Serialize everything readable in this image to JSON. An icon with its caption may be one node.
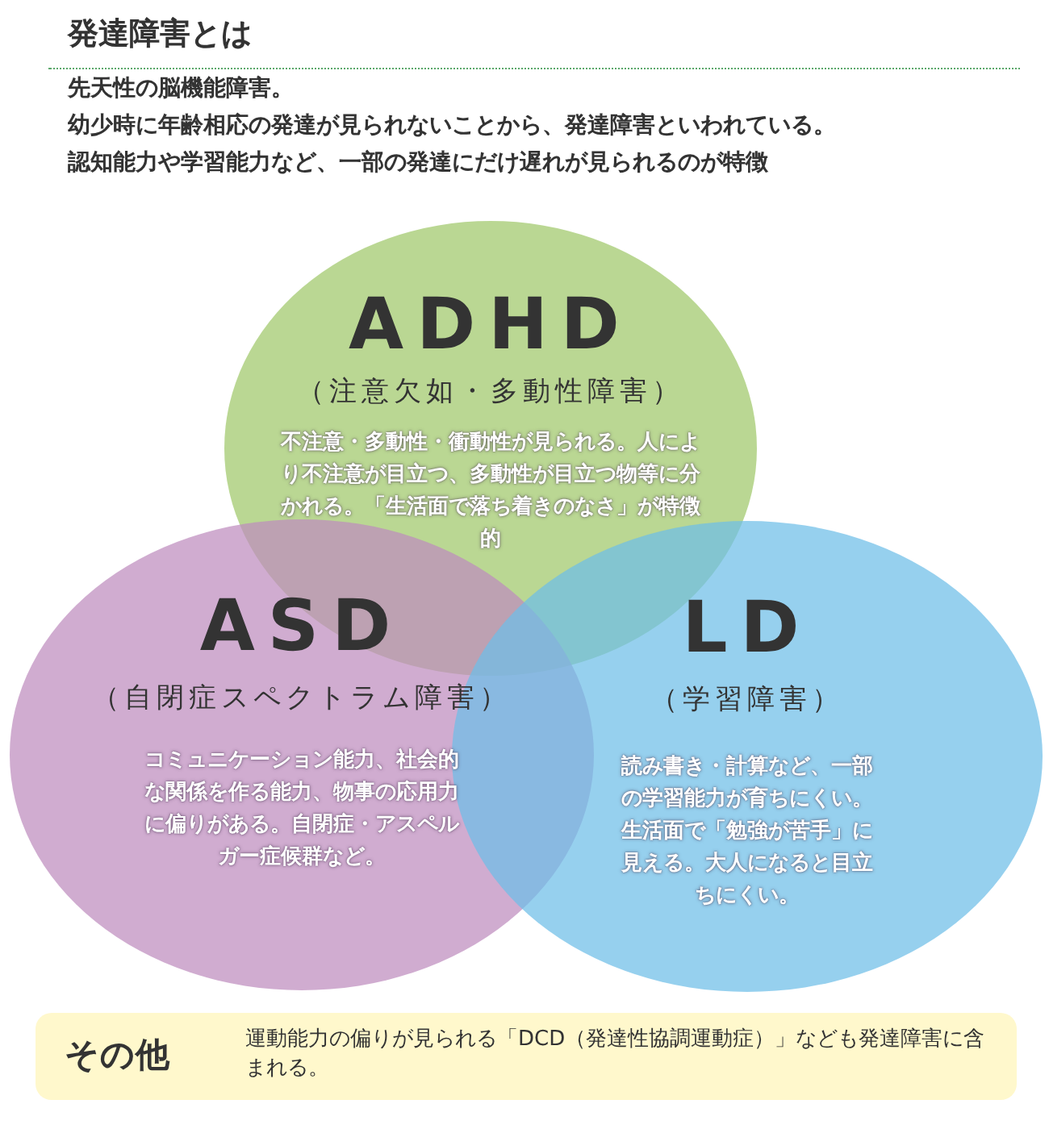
{
  "diagram": {
    "title": "発達障害とは",
    "nodes": [
      {
        "text": [
          "ADHD",
          "（注意欠如・多動性障害）",
          "不注意・多動性・衝動性が見られる。人により不注意が目立つ、多動性が目立つ物等に分かれる。「生活面で落ち着きのなさ」が特徴的"
        ]
      },
      {
        "text": [
          "ASD",
          "（自閉症スペクトラム障害）",
          "コミュニケーション能力、社会的な関係を作る能力、物事の応用力に偏りがある。自閉症・アスペルガー症候群など。"
        ]
      },
      {
        "text": [
          "LD",
          "（学習障害）",
          "読み書き・計算など、一部の学習能力が育ちにくい。生活面で「勉強が苦手」に見える。大人になると目立ちにくい。"
        ]
      },
      {
        "text": [
          "その他",
          "運動能力の偏りが見られる「DCD（発達性協調運動症）」なども発達障害に含まれる。"
        ]
      }
    ],
    "edges": [],
    "labels": [
      "先天性の脳機能障害。",
      "幼少時に年齢相応の発達が見られないことから、発達障害といわれている。",
      "認知能力や学習能力など、一部の発達にだけ遅れが見られるのが特徴"
    ]
  }
}
